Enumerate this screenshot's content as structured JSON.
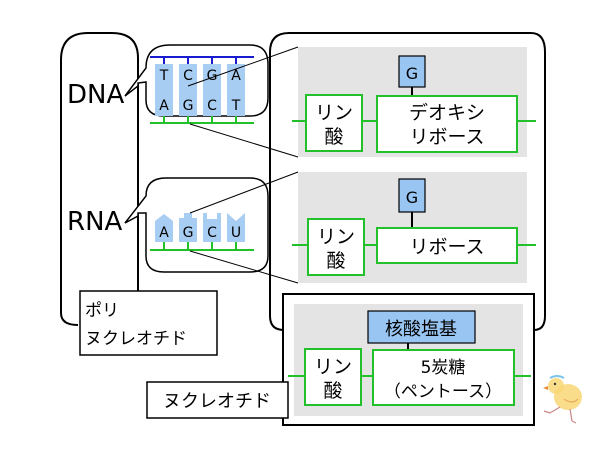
{
  "colors": {
    "backbone_blue": "#1a1ad0",
    "backbone_green": "#22c02a",
    "base_fill": "#a8cdf3",
    "base_box_fill": "#99c5f2",
    "panel_gray": "#e4e4e4",
    "outline": "#000000"
  },
  "polynucleotide_group": {
    "dna_label": "DNA",
    "rna_label": "RNA",
    "caption_line1": "ポリ",
    "caption_line2": "ヌクレオチド"
  },
  "dna_strand": {
    "top_bases": [
      "T",
      "C",
      "G",
      "A"
    ],
    "bottom_bases": [
      "A",
      "G",
      "C",
      "T"
    ]
  },
  "rna_strand": {
    "bases": [
      "A",
      "G",
      "C",
      "U"
    ]
  },
  "dna_nucleotide": {
    "base": "G",
    "phosphate_line1": "リン",
    "phosphate_line2": "酸",
    "sugar_line1": "デオキシ",
    "sugar_line2": "リボース"
  },
  "rna_nucleotide": {
    "base": "G",
    "phosphate_line1": "リン",
    "phosphate_line2": "酸",
    "sugar": "リボース"
  },
  "generic_nucleotide": {
    "base": "核酸塩基",
    "phosphate_line1": "リン",
    "phosphate_line2": "酸",
    "sugar_line1": "5炭糖",
    "sugar_line2": "（ペントース）",
    "caption": "ヌクレオチド"
  },
  "decoration": {
    "mascot": "chick-illustration"
  }
}
